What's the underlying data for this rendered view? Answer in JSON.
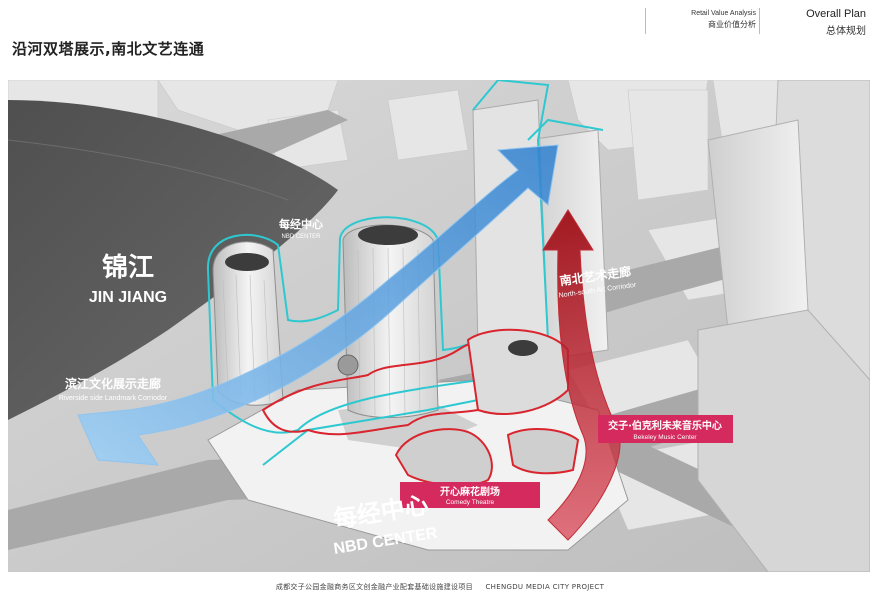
{
  "header": {
    "title": "沿河双塔展示,南北文艺连通",
    "section_en": "Retail Value Analysis",
    "section_cn": "商业价值分析",
    "plan_en": "Overall Plan",
    "plan_cn": "总体规划"
  },
  "labels": {
    "river_cn": "锦江",
    "river_en": "JIN JIANG",
    "nbd_top_cn": "每经中心",
    "nbd_top_en": "NBD CENTER",
    "art_corridor_cn": "南北艺术走廊",
    "art_corridor_en": "North-south Art Corriodor",
    "riverside_cn": "滨江文化展示走廊",
    "riverside_en": "Riverside side Landmark Corriodor",
    "music_cn": "交子·伯克利未来音乐中心",
    "music_en": "Bekeley Music Center",
    "comedy_cn": "开心麻花剧场",
    "comedy_en": "Comedy Theatre",
    "nbd_main_cn": "每经中心",
    "nbd_main_en": "NBD CENTER"
  },
  "footer": {
    "cn": "成都交子公园金融商务区文创金融产业配套基础设施建设项目",
    "en": "CHENGDU MEDIA CITY PROJECT"
  },
  "colors": {
    "cyan_outline": "#2ec8d0",
    "red_outline": "#d8252e",
    "blue_arrow": "#3a8fd6",
    "red_arrow": "#b2141c",
    "label_pink": "#d42a5e"
  }
}
